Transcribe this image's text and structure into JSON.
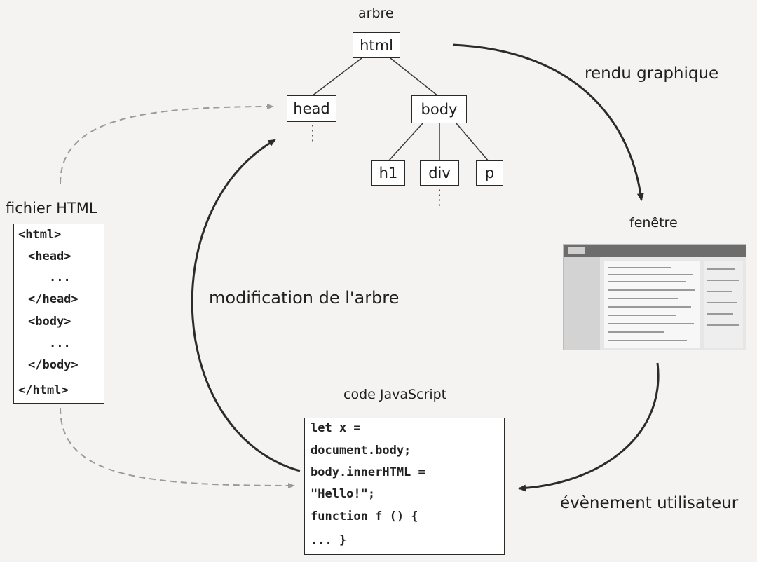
{
  "tree": {
    "title": "arbre",
    "root": "html",
    "head": "head",
    "body": "body",
    "children": [
      "h1",
      "div",
      "p"
    ]
  },
  "html_file": {
    "title": "fichier HTML",
    "lines": [
      "<html>",
      "<head>",
      "...",
      "</head>",
      "<body>",
      "...",
      "</body>",
      "</html>"
    ]
  },
  "window": {
    "title": "fenêtre"
  },
  "javascript": {
    "title": "code JavaScript",
    "lines": [
      "let x =",
      "document.body;",
      "body.innerHTML =",
      "\"Hello!\";",
      "function f () {",
      "... }"
    ]
  },
  "arrows": {
    "render": "rendu graphique",
    "event": "évènement utilisateur",
    "modify": "modification de l'arbre"
  },
  "colors": {
    "solid_arrow": "#2b2b2b",
    "dashed_arrow": "#9a9a9a",
    "background": "#f4f3f1"
  }
}
